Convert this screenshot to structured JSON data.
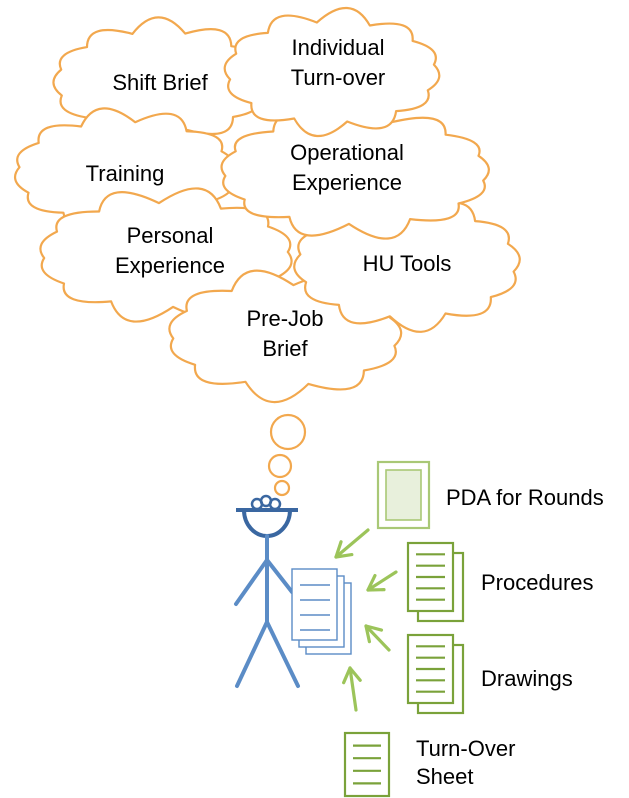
{
  "colors": {
    "cloud_stroke": "#f2a84e",
    "figure_blue": "#5b8cc6",
    "figure_dark": "#3a67a1",
    "doc_green": "#7aa23a",
    "pda_green": "#a9c876",
    "pda_fill": "#e8f0dc",
    "arrow_green": "#9cc45a"
  },
  "clouds": [
    {
      "id": "shift-brief",
      "lines": [
        "Shift Brief"
      ]
    },
    {
      "id": "individual-turnover",
      "lines": [
        "Individual",
        "Turn-over"
      ]
    },
    {
      "id": "training",
      "lines": [
        "Training"
      ]
    },
    {
      "id": "operational-experience",
      "lines": [
        "Operational",
        "Experience"
      ]
    },
    {
      "id": "personal-experience",
      "lines": [
        "Personal",
        "Experience"
      ]
    },
    {
      "id": "hu-tools",
      "lines": [
        "HU Tools"
      ]
    },
    {
      "id": "pre-job-brief",
      "lines": [
        "Pre-Job",
        "Brief"
      ]
    }
  ],
  "resources": [
    {
      "id": "pda",
      "icon": "pda-icon",
      "lines": [
        "PDA for Rounds"
      ]
    },
    {
      "id": "procedures",
      "icon": "document-stack-icon",
      "lines": [
        "Procedures"
      ]
    },
    {
      "id": "drawings",
      "icon": "document-stack-icon",
      "lines": [
        "Drawings"
      ]
    },
    {
      "id": "turnover-sheet",
      "icon": "document-icon",
      "lines": [
        "Turn-Over",
        "Sheet"
      ]
    }
  ],
  "figure": {
    "icon": "stick-figure-icon",
    "hat": "hard-hat-icon",
    "held": "papers-icon"
  }
}
